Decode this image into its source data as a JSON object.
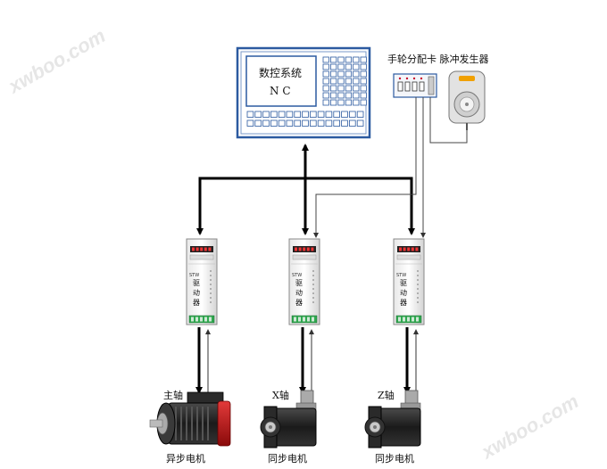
{
  "nc": {
    "title": "数控系统",
    "subtitle": "N C"
  },
  "handwheel_label": "手轮分配卡 脉冲发生器",
  "drivers": [
    {
      "brand": "STW",
      "c1": "驱",
      "c2": "动",
      "c3": "器"
    },
    {
      "brand": "STW",
      "c1": "驱",
      "c2": "动",
      "c3": "器"
    },
    {
      "brand": "STW",
      "c1": "驱",
      "c2": "动",
      "c3": "器"
    }
  ],
  "motors": [
    {
      "axis": "主轴",
      "type": "异步电机"
    },
    {
      "axis": "X轴",
      "type": "同步电机"
    },
    {
      "axis": "Z轴",
      "type": "同步电机"
    }
  ],
  "watermarks": [
    "xwboo.com",
    "xwboo.com"
  ],
  "colors": {
    "frame": "#2c5aa0",
    "spindle_accent": "#c8102e",
    "line": "#000000",
    "grey_line": "#555555"
  }
}
